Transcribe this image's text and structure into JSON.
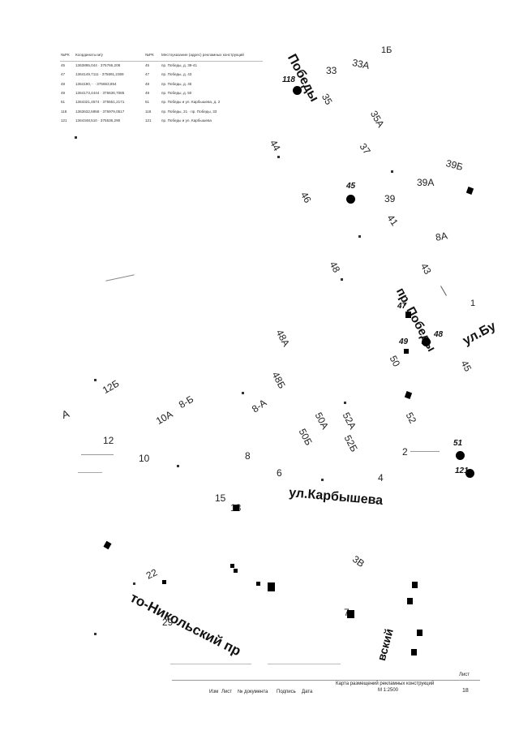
{
  "table": {
    "headers": {
      "num": "№РК",
      "coords": "Координаты м/у",
      "num2": "№РК",
      "location": "Местоуказание (адрес) рекламных конструкций"
    },
    "rows": [
      {
        "num": "45",
        "coords": "1363895,044 · 375766,208",
        "num2": "45",
        "address": "пр. Победы, д. 39-41"
      },
      {
        "num": "47",
        "coords": "1364149,7111 · 375691,2369",
        "num2": "47",
        "address": "пр. Победы, д. 43"
      },
      {
        "num": "48",
        "coords": "1364190,·· · 375663,854",
        "num2": "48",
        "address": "пр. Победы, д. 45"
      },
      {
        "num": "49",
        "coords": "1364173,4444 · 375636,7085",
        "num2": "49",
        "address": "пр. Победы, д. 50"
      },
      {
        "num": "51",
        "coords": "1364321,4574 · 375551,2171",
        "num2": "51",
        "address": "пр. Победы и ул. Карбышева, д. 2"
      },
      {
        "num": "118",
        "coords": "1363632,5958 · 375979,0517",
        "num2": "118",
        "address": "пр. Победы, 31 · пр. Победы, 33"
      },
      {
        "num": "121",
        "coords": "1364348,510 · 375536,290",
        "num2": "121",
        "address": "пр. Победы и ул. Карбышева"
      }
    ]
  },
  "streets": {
    "pobedy_top": "Победы",
    "pobedy_mid": "пр. Победы",
    "karbysheva": "ул.Карбышева",
    "nikolsky": "то-Никольский пр",
    "bu": "ул.Бу",
    "vsky": "вский"
  },
  "buildings": {
    "b33": "33",
    "b33a": "33А",
    "b35": "35",
    "b35a": "35А",
    "b37": "37",
    "b39b": "39Б",
    "b39a": "39А",
    "b39": "39",
    "b41": "41",
    "b44": "44",
    "b46": "46",
    "b8a_top": "8А",
    "b43": "43",
    "b48": "48",
    "b48a": "48А",
    "b48b": "48Б",
    "b50": "50",
    "b45": "45",
    "b52": "52",
    "b12b": "12Б",
    "b8b": "8-Б",
    "b10a": "10А",
    "b8a": "8-А",
    "b50a": "50А",
    "b52a": "52А",
    "b50b": "50Б",
    "b52b": "52Б",
    "b12": "12",
    "b10": "10",
    "b8": "8",
    "b6": "6",
    "b4": "4",
    "b2": "2",
    "b15": "15",
    "b13": "13",
    "b3v": "3В",
    "b22": "22",
    "b29": "29",
    "b7": "7",
    "bA": "А",
    "b1b": "1Б",
    "b1": "1"
  },
  "markers": {
    "m118": "118",
    "m45": "45",
    "m47": "47",
    "m49": "49",
    "m48": "48",
    "m51": "51",
    "m121": "121"
  },
  "title_block": {
    "sheet_label": "Лист",
    "map_title": "Карта размещений рекламных конструкций",
    "scale": "М 1:2500",
    "sheet_number": "18",
    "col_izm": "Изм",
    "col_list": "Лист",
    "col_doc": "№ документа",
    "col_sign": "Подпись",
    "col_date": "Дата"
  }
}
